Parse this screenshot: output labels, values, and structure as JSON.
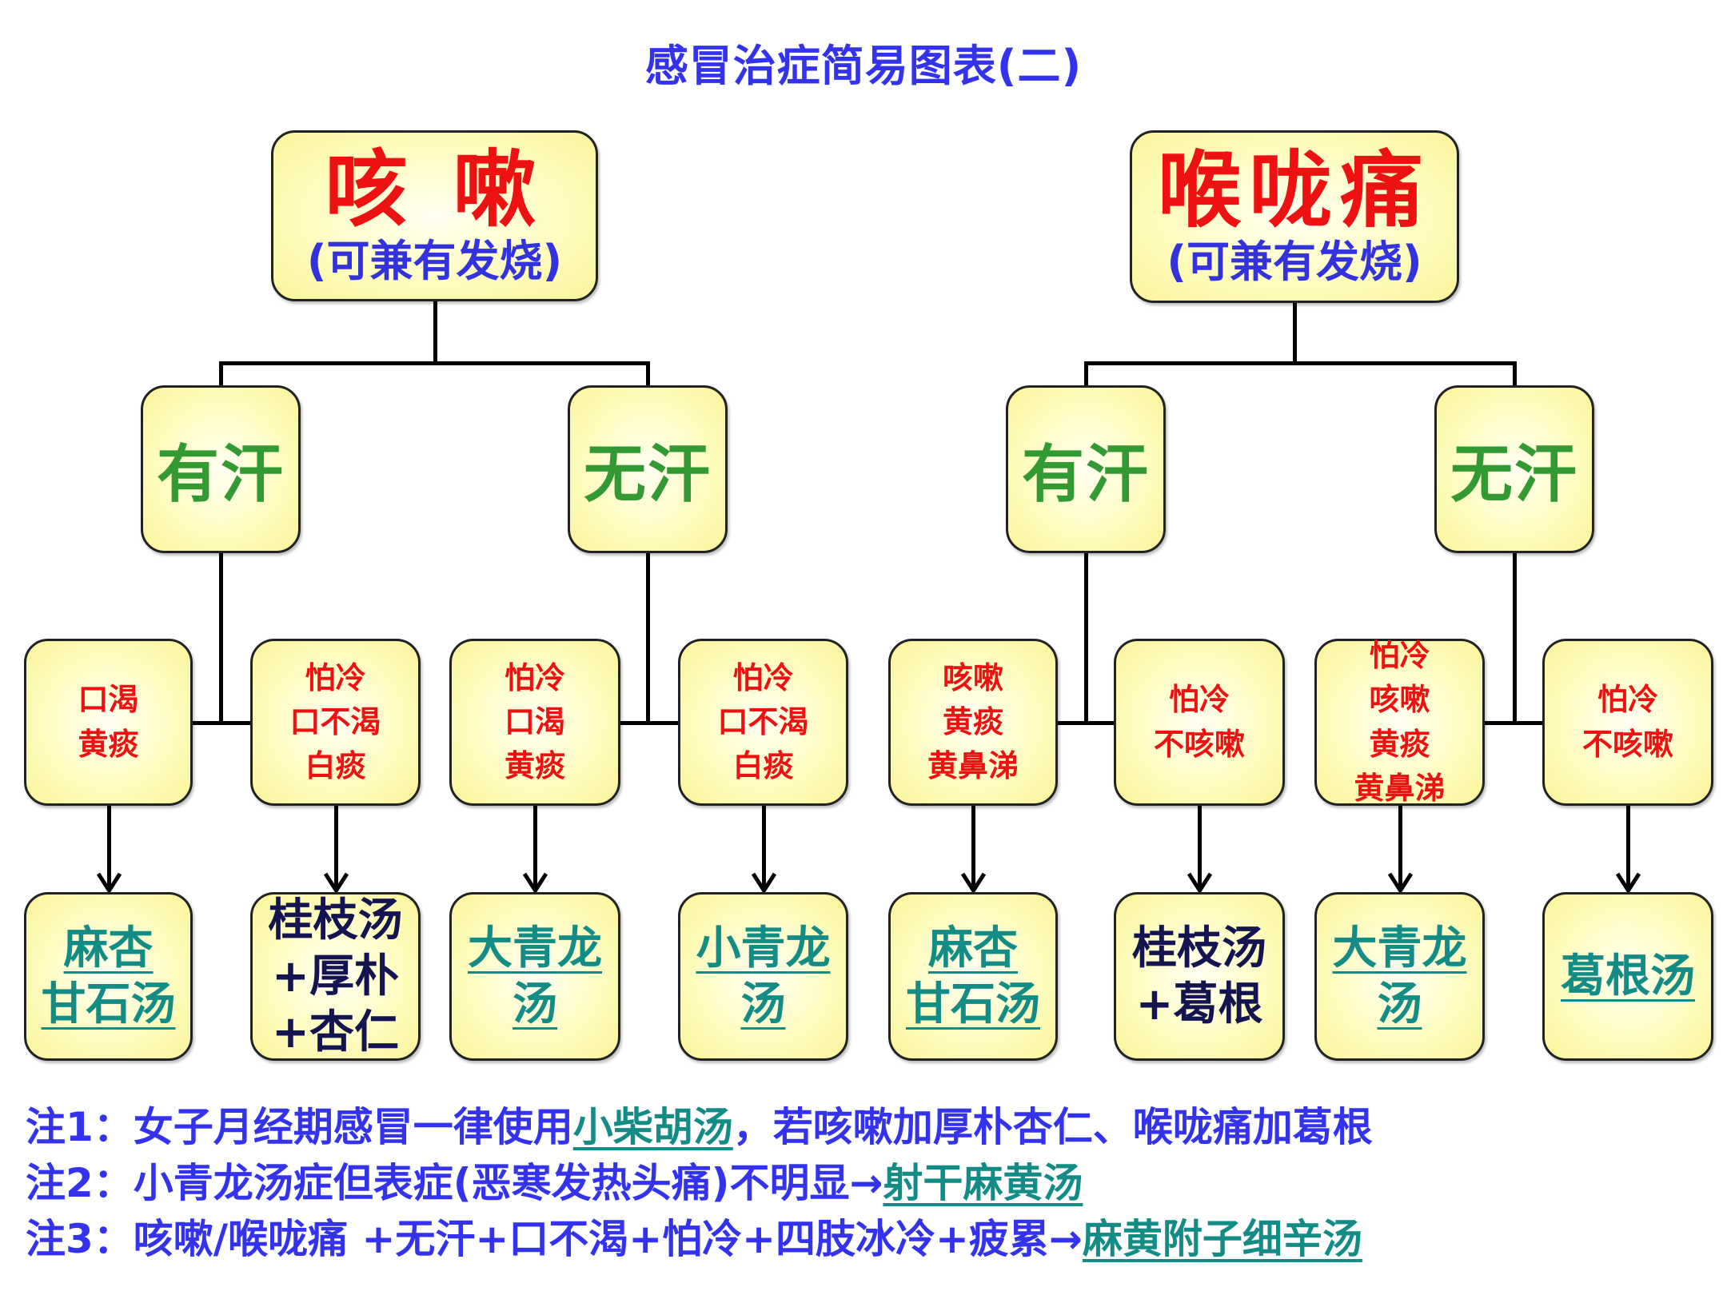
{
  "title": "感冒治症简易图表(二)",
  "trees": [
    {
      "root": {
        "label": "咳 嗽",
        "sub": "(可兼有发烧)"
      },
      "branches": [
        {
          "label": "有汗",
          "cases": [
            {
              "symptoms": [
                "口渴",
                "黄痰"
              ],
              "remedy": [
                "麻杏",
                "甘石汤"
              ],
              "remedy_style": "teal"
            },
            {
              "symptoms": [
                "怕冷",
                "口不渴",
                "白痰"
              ],
              "remedy": [
                "桂枝汤",
                "+厚朴",
                "+杏仁"
              ],
              "remedy_style": "navy"
            }
          ]
        },
        {
          "label": "无汗",
          "cases": [
            {
              "symptoms": [
                "怕冷",
                "口渴",
                "黄痰"
              ],
              "remedy": [
                "大青龙",
                "汤"
              ],
              "remedy_style": "teal"
            },
            {
              "symptoms": [
                "怕冷",
                "口不渴",
                "白痰"
              ],
              "remedy": [
                "小青龙",
                "汤"
              ],
              "remedy_style": "teal"
            }
          ]
        }
      ]
    },
    {
      "root": {
        "label": "喉咙痛",
        "sub": "(可兼有发烧)"
      },
      "branches": [
        {
          "label": "有汗",
          "cases": [
            {
              "symptoms": [
                "咳嗽",
                "黄痰",
                "黄鼻涕"
              ],
              "remedy": [
                "麻杏",
                "甘石汤"
              ],
              "remedy_style": "teal"
            },
            {
              "symptoms": [
                "怕冷",
                "不咳嗽"
              ],
              "remedy": [
                "桂枝汤",
                "+葛根"
              ],
              "remedy_style": "navy"
            }
          ]
        },
        {
          "label": "无汗",
          "cases": [
            {
              "symptoms": [
                "怕冷",
                "咳嗽",
                "黄痰",
                "黄鼻涕"
              ],
              "remedy": [
                "大青龙",
                "汤"
              ],
              "remedy_style": "teal"
            },
            {
              "symptoms": [
                "怕冷",
                "不咳嗽"
              ],
              "remedy": [
                "葛根汤"
              ],
              "remedy_style": "teal"
            }
          ]
        }
      ]
    }
  ],
  "notes": [
    {
      "prefix": "注1：女子月经期感冒一律使用",
      "highlight": "小柴胡汤",
      "suffix": "，若咳嗽加厚朴杏仁、喉咙痛加葛根"
    },
    {
      "prefix": "注2：小青龙汤症但表症(恶寒发热头痛)不明显→",
      "highlight": "射干麻黄汤",
      "suffix": ""
    },
    {
      "prefix": "注3：咳嗽/喉咙痛 +无汗+口不渴+怕冷+四肢冰冷+疲累→",
      "highlight": "麻黄附子细辛汤",
      "suffix": ""
    }
  ],
  "colors": {
    "title": "#3333ee",
    "root_label": "#ee1111",
    "root_sub": "#3333dd",
    "branch_label": "#339933",
    "symptom": "#ee1111",
    "remedy_teal": "#138c86",
    "remedy_navy": "#141450",
    "box_fill": "#fefcc0"
  }
}
